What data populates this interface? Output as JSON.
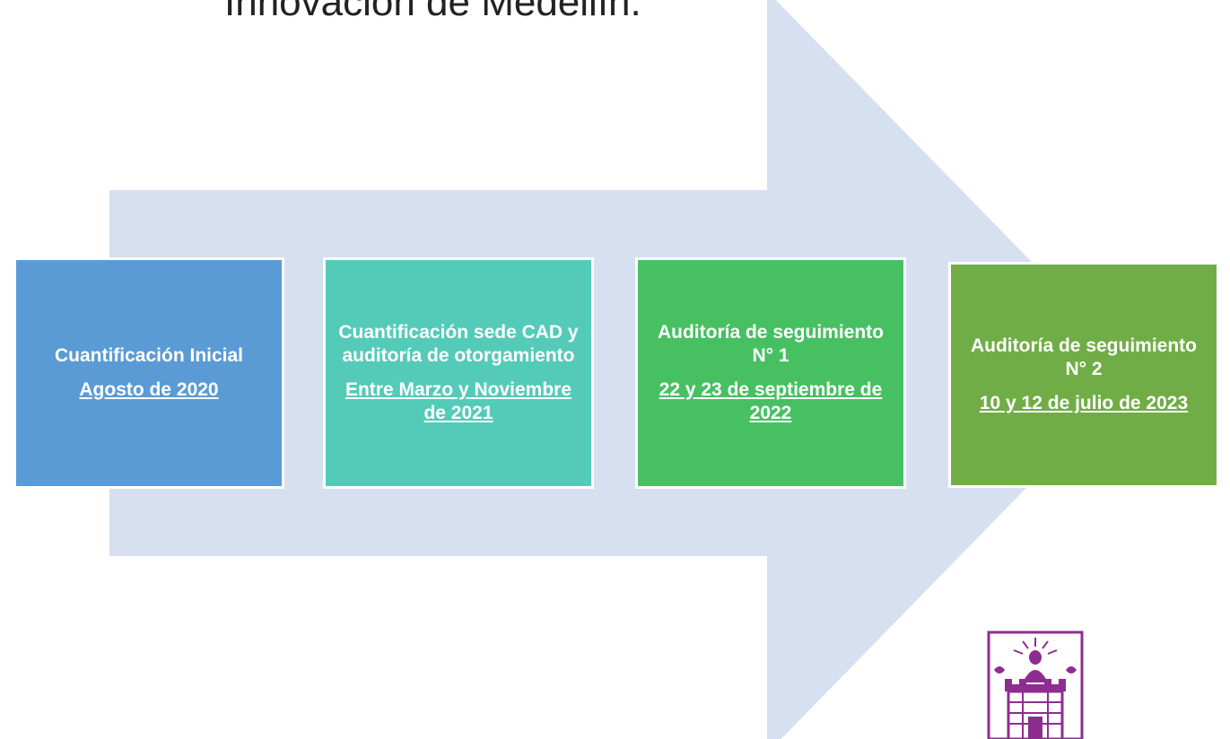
{
  "heading": "Innovación de Medellín.",
  "colors": {
    "arrow": "#d6e0f0",
    "step_1": "#5b9bd5",
    "step_2": "#54cbb8",
    "step_3": "#47c062",
    "step_4": "#70ad47",
    "logo": "#8e2d8f"
  },
  "steps": [
    {
      "title": "Cuantificación Inicial",
      "date": "Agosto de 2020"
    },
    {
      "title": "Cuantificación sede CAD y auditoría de otorgamiento",
      "date": "Entre Marzo y Noviembre de 2021"
    },
    {
      "title": "Auditoría de seguimiento N° 1",
      "date": "22 y 23 de septiembre de 2022"
    },
    {
      "title": "Auditoría de seguimiento N° 2",
      "date": "10 y 12 de julio  de 2023"
    }
  ],
  "logo_icon": "tower-seal-icon"
}
